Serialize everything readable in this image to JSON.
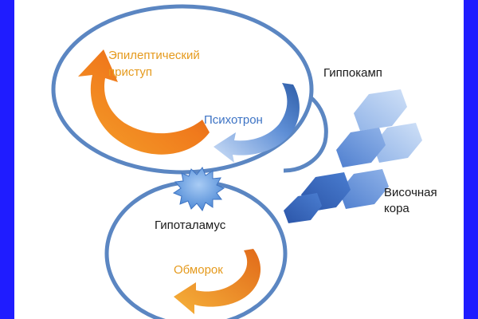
{
  "labels": {
    "seizure_line1": "Эпилептический",
    "seizure_line2": "приступ",
    "psychotron": "Психотрон",
    "hippocampus": "Гиппокамп",
    "temporal_line1": "Височная",
    "temporal_line2": "кора",
    "hypothalamus": "Гипоталамус",
    "fainting": "Обморок"
  },
  "colors": {
    "frame": "#1f1cff",
    "background": "#ffffff",
    "circle_stroke": "#5b86c2",
    "orange_text": "#e59a1d",
    "blue_text": "#3d73c4",
    "dark_text": "#1a1a1a",
    "star_fill": "#5b9be0"
  }
}
